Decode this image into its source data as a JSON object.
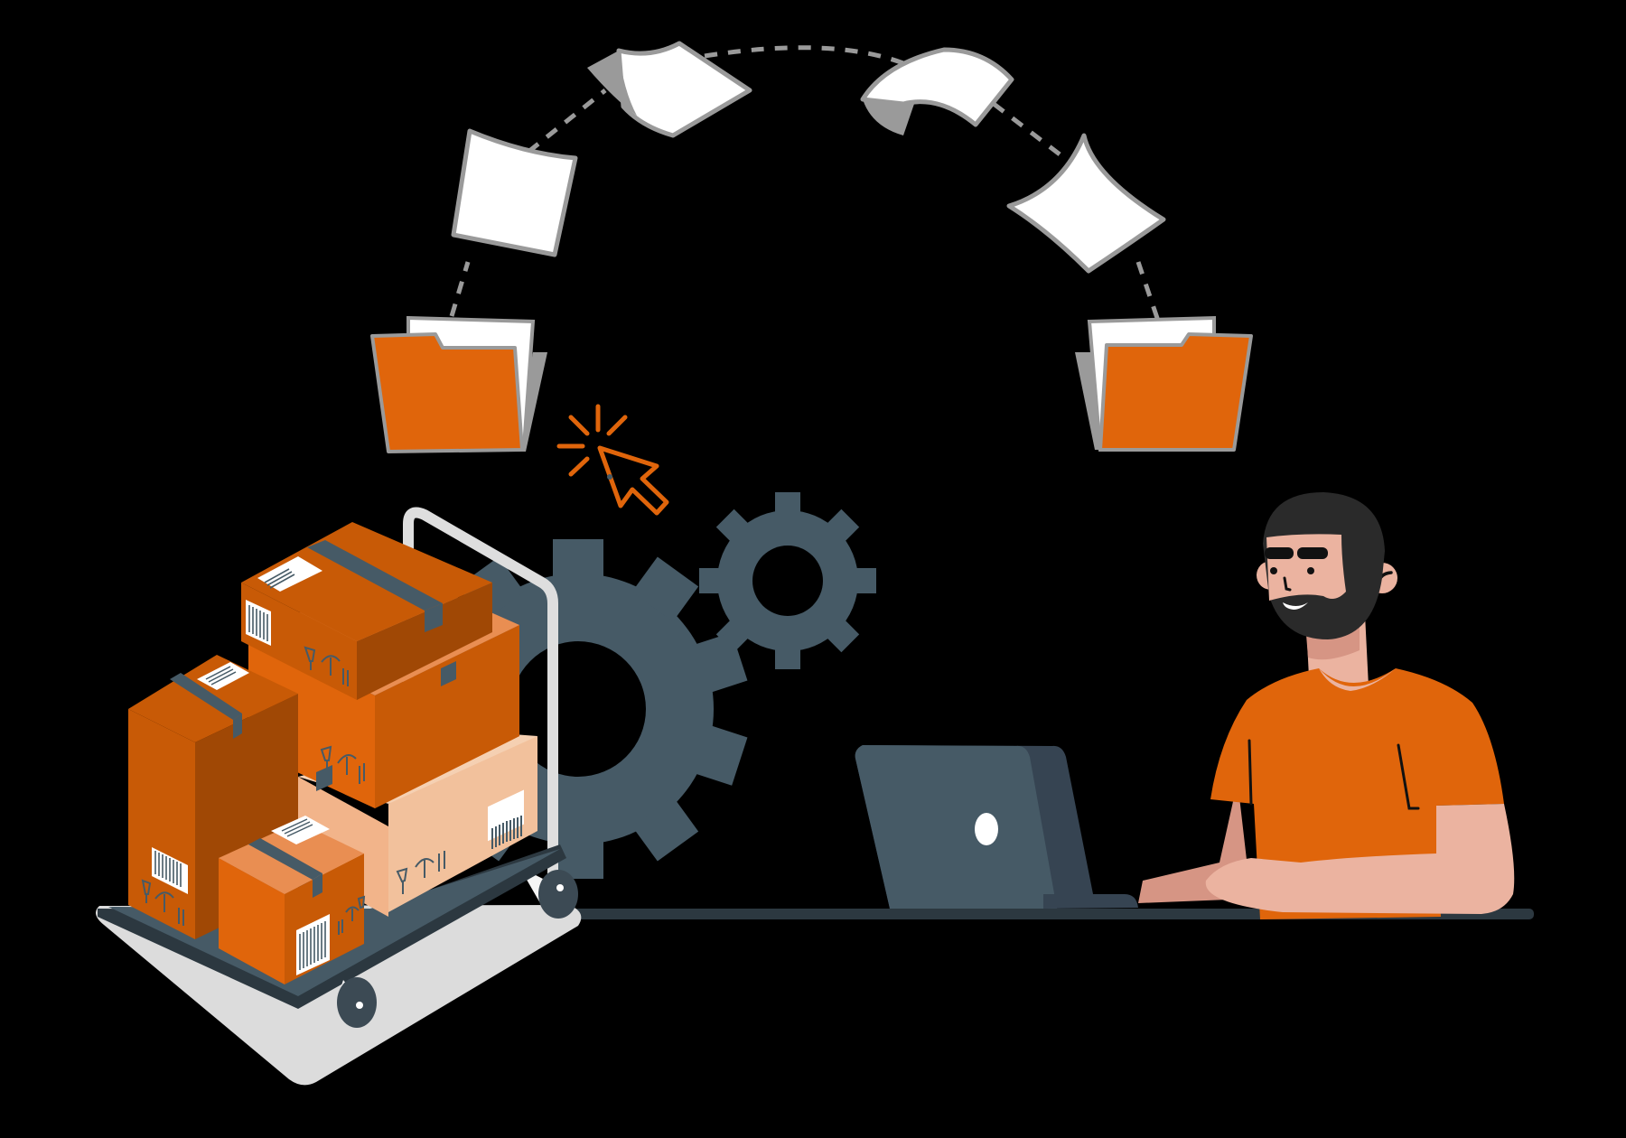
{
  "illustration": {
    "title": "File transfer and order processing illustration",
    "description": "A man with a beard and orange t-shirt works on a laptop at a desk; gears sit in the middle; a hand trolley stacked with cardboard boxes sits on the left; documents arc in a dashed path from one orange folder to another, with a clicking cursor below the left folder."
  },
  "colors": {
    "background": "#000000",
    "accent_orange": "#E0650B",
    "box_orange_dark": "#C85A06",
    "box_orange_shadow": "#A04805",
    "box_peach": "#F2C19C",
    "box_orange_light": "#E98E52",
    "slate": "#465A66",
    "slate_dark": "#2C3840",
    "paper": "#FFFFFF",
    "paper_outline": "#999999",
    "trolley_frame": "#DEDEDE",
    "floor_shadow": "#DCDCDC",
    "skin": "#EBB3A0",
    "skin_shadow": "#D69584",
    "hair": "#2A2A2A"
  },
  "elements": {
    "left_folder": "folder-icon",
    "right_folder": "folder-icon",
    "documents": [
      "document-1",
      "document-2",
      "document-3",
      "document-4"
    ],
    "cursor": "click-cursor-icon",
    "gears": [
      "large-gear",
      "small-gear"
    ],
    "trolley": "hand-trolley",
    "boxes": [
      "box-top",
      "box-middle",
      "box-tall-left",
      "box-peach",
      "box-small-front"
    ],
    "box_symbols": [
      "fragile-glass-icon",
      "keep-dry-umbrella-icon",
      "this-way-up-arrows-icon",
      "barcode-label"
    ],
    "person": "bearded-man",
    "laptop": "laptop",
    "desk": "desk-line"
  }
}
